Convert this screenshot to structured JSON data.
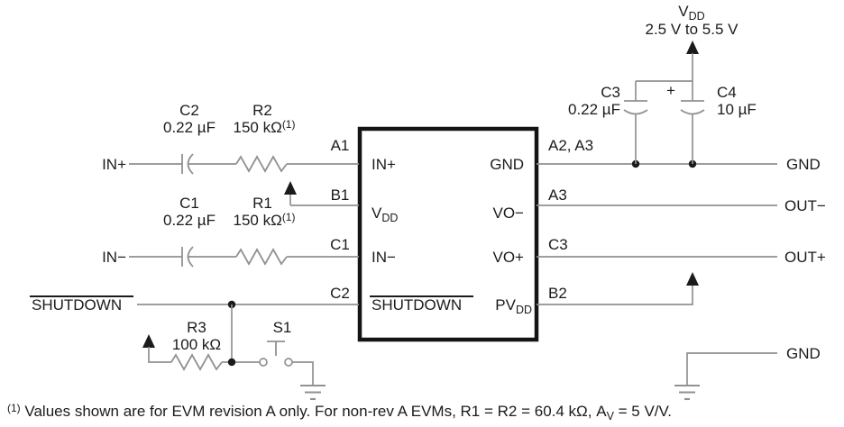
{
  "colors": {
    "wire": "#919191",
    "ink": "#1b1b1b",
    "ic_outline": "#141414",
    "background": "#ffffff"
  },
  "power_rail": {
    "label_main": "V",
    "label_sub": "DD",
    "range": "2.5 V to 5.5 V"
  },
  "nets": {
    "in_plus": "IN+",
    "in_minus": "IN−",
    "shutdown": "SHUTDOWN",
    "gnd_top": "GND",
    "out_minus": "OUT−",
    "out_plus": "OUT+",
    "gnd_bottom": "GND"
  },
  "components": {
    "c2": {
      "ref": "C2",
      "value": "0.22 µF"
    },
    "r2": {
      "ref": "R2",
      "value": "150 kΩ",
      "note": "(1)"
    },
    "c1": {
      "ref": "C1",
      "value": "0.22 µF"
    },
    "r1": {
      "ref": "R1",
      "value": "150 kΩ",
      "note": "(1)"
    },
    "r3": {
      "ref": "R3",
      "value": "100 kΩ"
    },
    "s1": {
      "ref": "S1"
    },
    "c3": {
      "ref": "C3",
      "value": "0.22 µF"
    },
    "c4": {
      "ref": "C4",
      "value": "10 µF",
      "polarity": "+"
    }
  },
  "ic": {
    "pins_left": [
      {
        "pin": "A1",
        "label": "IN+"
      },
      {
        "pin": "B1",
        "label_main": "V",
        "label_sub": "DD"
      },
      {
        "pin": "C1",
        "label": "IN−"
      },
      {
        "pin": "C2",
        "label": "SHUTDOWN"
      }
    ],
    "pins_right": [
      {
        "pin": "A2, A3",
        "label": "GND"
      },
      {
        "pin": "A3",
        "label": "VO−"
      },
      {
        "pin": "C3",
        "label": "VO+"
      },
      {
        "pin": "B2",
        "label_main": "PV",
        "label_sub": "DD"
      }
    ]
  },
  "footnote": {
    "sup": "(1)",
    "body": " Values shown are for EVM revision A only. For non-rev A EVMs, R1 = R2 = 60.4 kΩ, A",
    "sub": "V",
    "tail": " = 5 V/V."
  }
}
